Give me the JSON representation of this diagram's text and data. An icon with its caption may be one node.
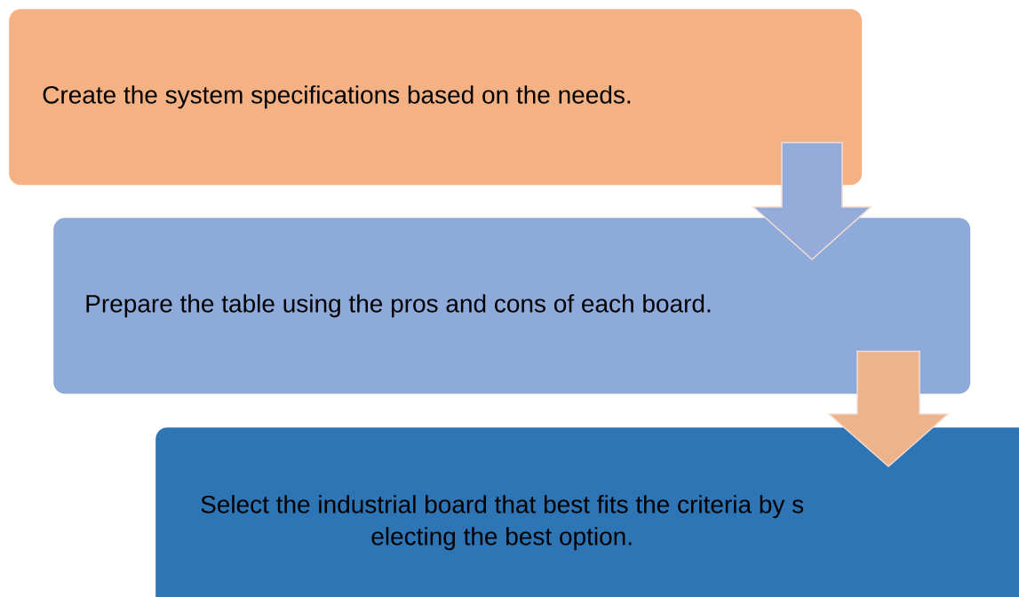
{
  "diagram": {
    "nodes": [
      {
        "text": [
          "Create the system specifications based on the needs."
        ]
      },
      {
        "text": [
          "Prepare the table using the pros and cons of each board."
        ]
      },
      {
        "text": [
          "Select the industrial board that best fits the criteria by s electing the best option."
        ]
      }
    ],
    "edges": [
      {
        "from": 0,
        "to": 1,
        "arrow": "to",
        "color": "#95abda"
      },
      {
        "from": 1,
        "to": 2,
        "arrow": "to",
        "color": "#edb38b"
      }
    ]
  }
}
